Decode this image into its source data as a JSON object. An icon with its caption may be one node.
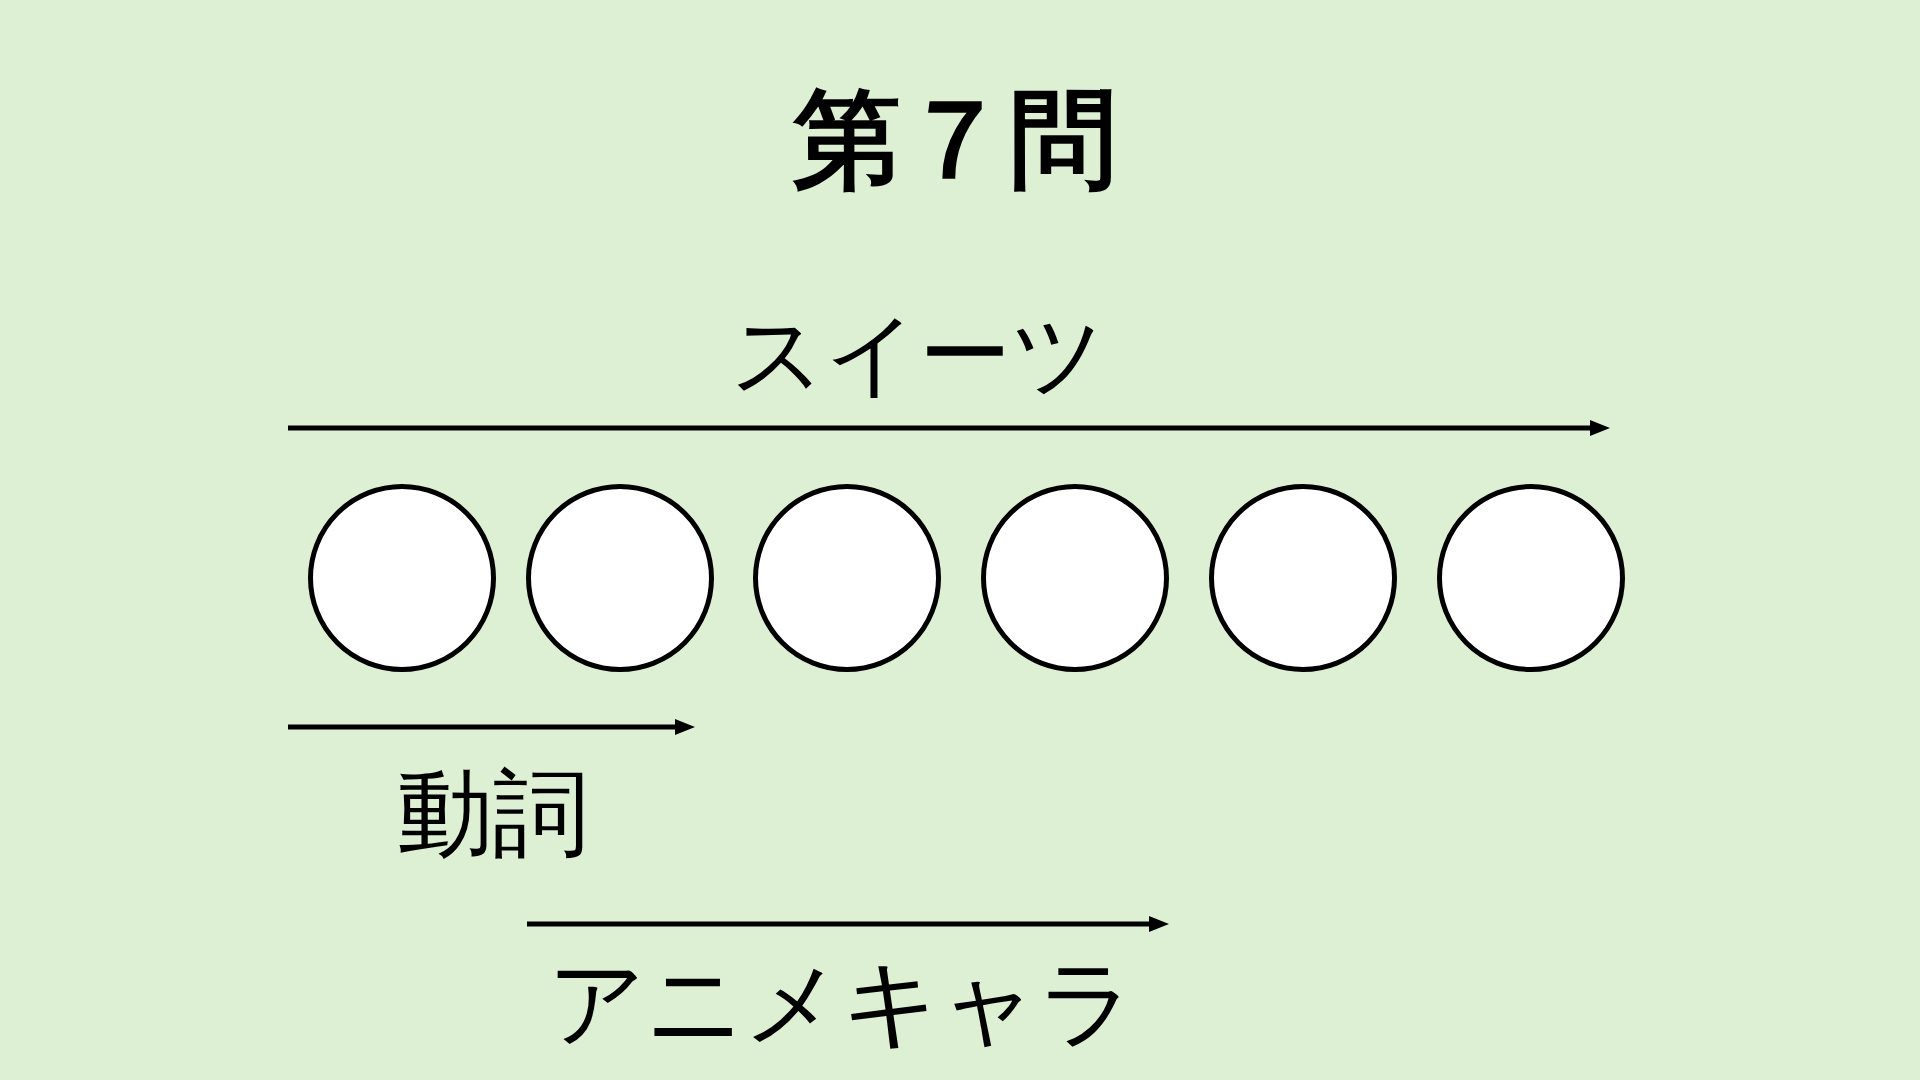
{
  "diagram": {
    "title": "第７問",
    "nodes": [
      {
        "text": [],
        "shape": "circle"
      },
      {
        "text": [],
        "shape": "circle"
      },
      {
        "text": [],
        "shape": "circle"
      },
      {
        "text": [],
        "shape": "circle"
      },
      {
        "text": [],
        "shape": "circle"
      },
      {
        "text": [],
        "shape": "circle"
      }
    ],
    "labels": [
      "スイーツ",
      "動詞",
      "アニメキャラ"
    ]
  }
}
